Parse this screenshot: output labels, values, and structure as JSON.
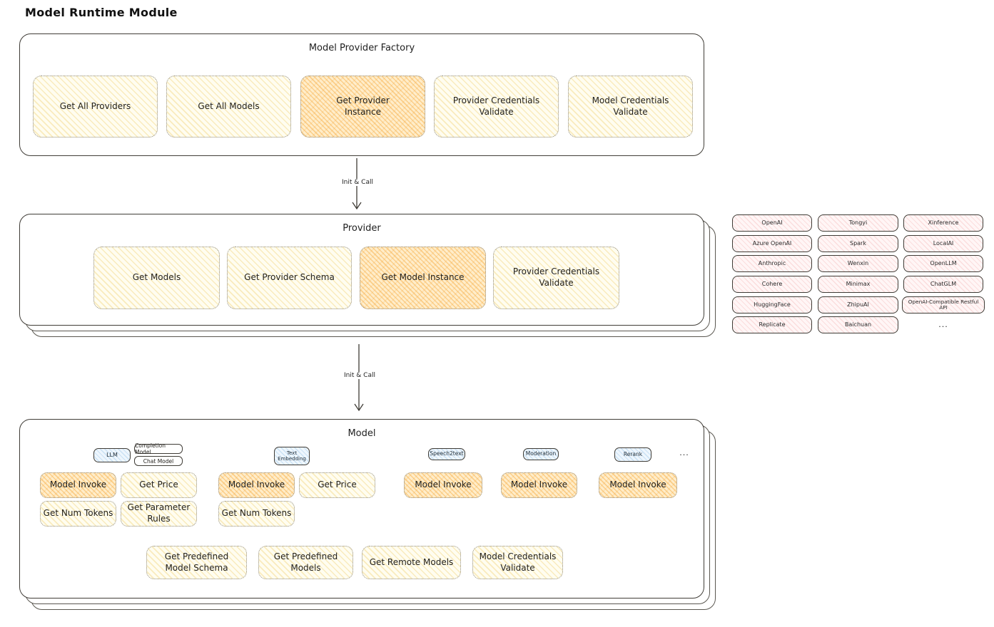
{
  "page": {
    "title": "Model Runtime Module"
  },
  "colors": {
    "ink": "#403d37",
    "yellow_fill": "#fffdf0",
    "yellow_hatch": "#f0cd69",
    "orange_fill": "#ffedca",
    "orange_hatch": "#f5a028",
    "pink_fill": "#fff6f6",
    "pink_hatch": "#f09696",
    "blue_fill": "#eef6fd",
    "blue_hatch": "#6eaadc"
  },
  "flow": {
    "arrow1_label": "Init & Call",
    "arrow2_label": "Init & Call"
  },
  "factory": {
    "title": "Model Provider Factory",
    "items": [
      {
        "label": "Get All Providers",
        "highlighted": false
      },
      {
        "label": "Get All Models",
        "highlighted": false
      },
      {
        "label": "Get Provider Instance",
        "highlighted": true
      },
      {
        "label": "Provider Credentials Validate",
        "highlighted": false
      },
      {
        "label": "Model Credentials Validate",
        "highlighted": false
      }
    ]
  },
  "provider": {
    "title": "Provider",
    "items": [
      {
        "label": "Get Models",
        "highlighted": false
      },
      {
        "label": "Get Provider Schema",
        "highlighted": false
      },
      {
        "label": "Get Model Instance",
        "highlighted": true
      },
      {
        "label": "Provider Credentials Validate",
        "highlighted": false
      }
    ]
  },
  "provider_list": {
    "col1": [
      "OpenAI",
      "Azure OpenAI",
      "Anthropic",
      "Cohere",
      "HuggingFace",
      "Replicate"
    ],
    "col2": [
      "Tongyi",
      "Spark",
      "Wenxin",
      "Minimax",
      "ZhipuAI",
      "Baichuan"
    ],
    "col3": [
      "Xinference",
      "LocalAI",
      "OpenLLM",
      "ChatGLM",
      "OpenAI-Compatible Restful API"
    ],
    "more": "..."
  },
  "model": {
    "title": "Model",
    "tabs": {
      "llm": "LLM",
      "completion_model": "Completion Model",
      "chat_model": "Chat Model",
      "text_embedding": "Text Embedding",
      "speech2text": "Speech2text",
      "moderation": "Moderation",
      "rerank": "Rerank",
      "more": "..."
    },
    "llm": {
      "invoke": "Model Invoke",
      "get_price": "Get Price",
      "get_num_tokens": "Get Num Tokens",
      "get_parameter_rules": "Get Parameter Rules"
    },
    "text_embedding": {
      "invoke": "Model Invoke",
      "get_price": "Get Price",
      "get_num_tokens": "Get Num Tokens"
    },
    "speech2text": {
      "invoke": "Model Invoke"
    },
    "moderation": {
      "invoke": "Model Invoke"
    },
    "rerank": {
      "invoke": "Model Invoke"
    },
    "shared": [
      "Get Predefined Model Schema",
      "Get Predefined Models",
      "Get Remote Models",
      "Model Credentials Validate"
    ]
  }
}
